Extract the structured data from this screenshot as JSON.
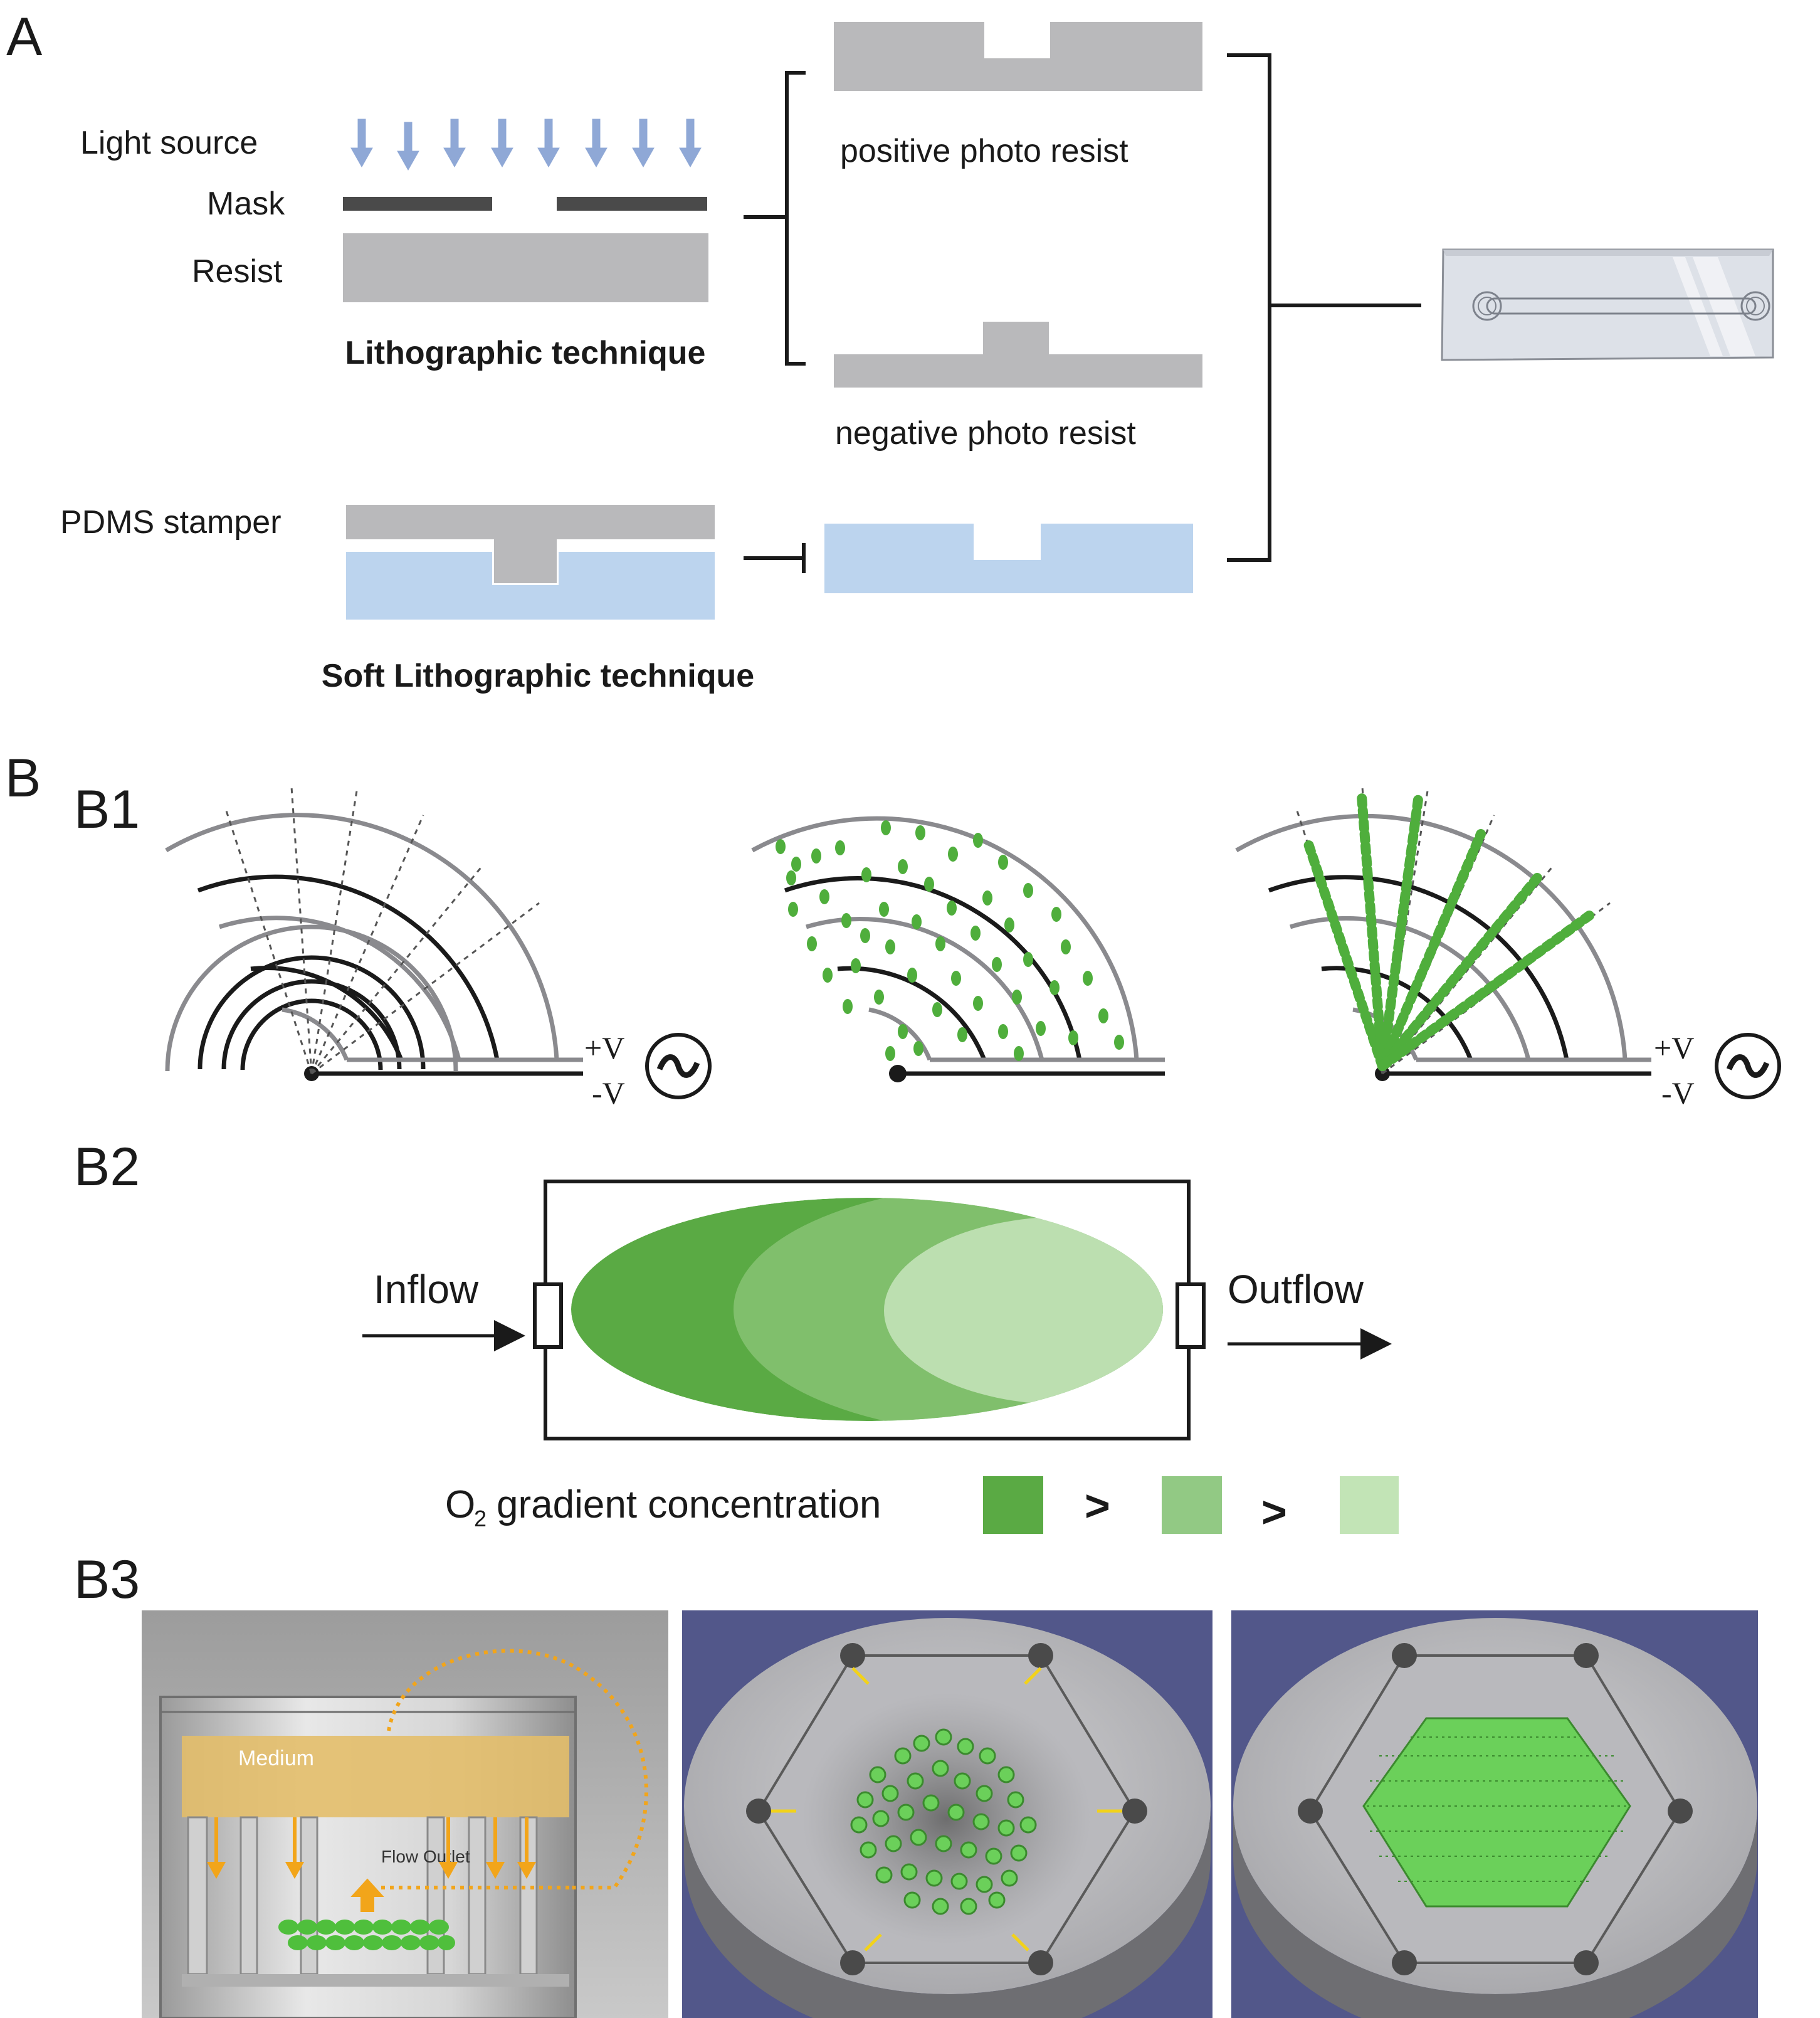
{
  "panel_a": {
    "label": "A",
    "light_source": "Light source",
    "mask": "Mask",
    "resist": "Resist",
    "litho_title": "Lithographic technique",
    "positive": "positive photo resist",
    "negative": "negative photo resist",
    "pdms": "PDMS stamper",
    "soft_title": "Soft Lithographic technique"
  },
  "panel_b": {
    "label": "B",
    "b1": "B1",
    "b2": "B2",
    "b3": "B3",
    "plus_v": "+V",
    "minus_v": "-V",
    "ac_symbol": "~",
    "inflow": "Inflow",
    "outflow": "Outflow",
    "o2_prefix": "O",
    "o2_sub": "2",
    "o2_text": "gradient concentration",
    "gt": ">",
    "medium": "Medium",
    "flow_outlet": "Flow Outlet"
  },
  "colors": {
    "arrow_blue": "#8fa8d6",
    "resist_gray": "#b9b9bb",
    "mask_dark": "#4a4a4a",
    "pdms_blue": "#bcd4ee",
    "green_dark": "#5aaa44",
    "green_mid": "#80bf6c",
    "green_light": "#bcdfb0",
    "b3_bg": "#52578a",
    "orange": "#f2a51a"
  }
}
